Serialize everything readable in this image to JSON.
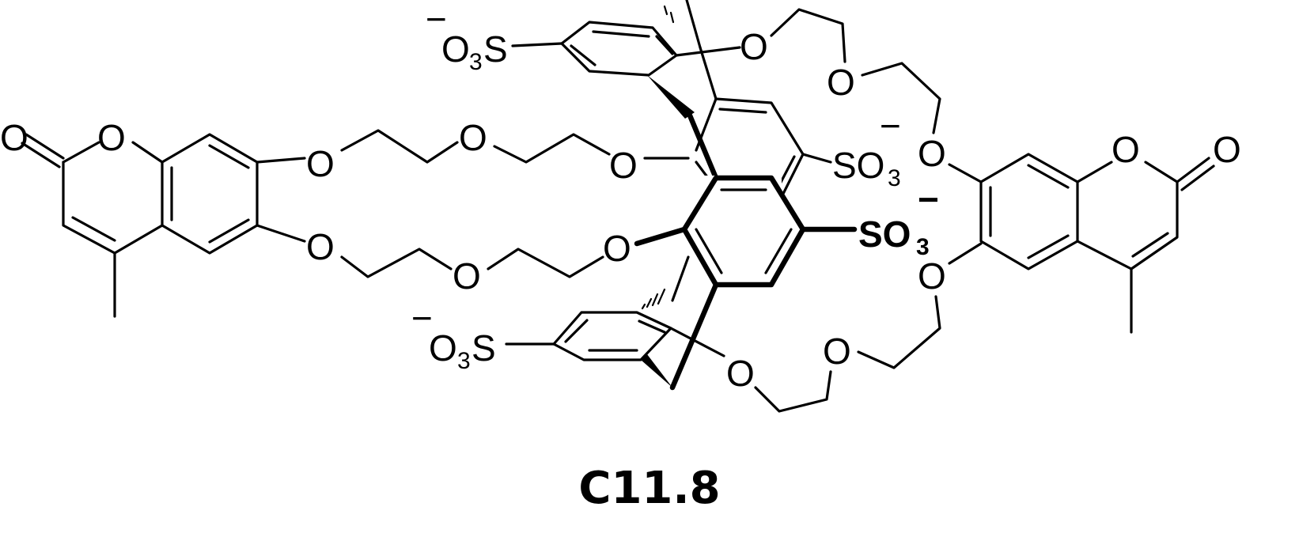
{
  "compound_label": "C11.8",
  "atoms": {
    "carbonyl_o_left": "O",
    "ring_o_left": "O",
    "ether_o": "O",
    "sulfonate_group": "SO",
    "sulfonate_subscript": "3",
    "sulfonate_left_prefix": "O",
    "sulfonate_left_suffix": "S",
    "charge": "−"
  }
}
